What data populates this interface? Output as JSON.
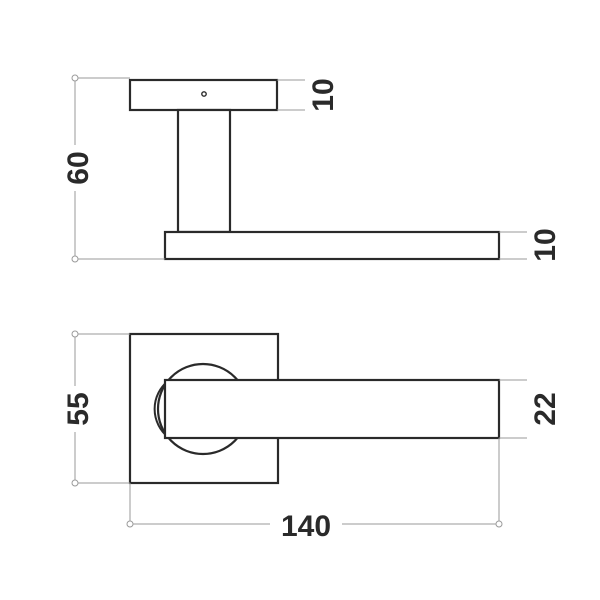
{
  "dimensions": {
    "side_total_height": "60",
    "rose_thickness": "10",
    "lever_thickness": "10",
    "rose_size": "55",
    "lever_width": "22",
    "total_length": "140"
  },
  "colors": {
    "outline": "#2a2a2a",
    "dimension_line": "#9a9a9a",
    "background": "#ffffff"
  }
}
